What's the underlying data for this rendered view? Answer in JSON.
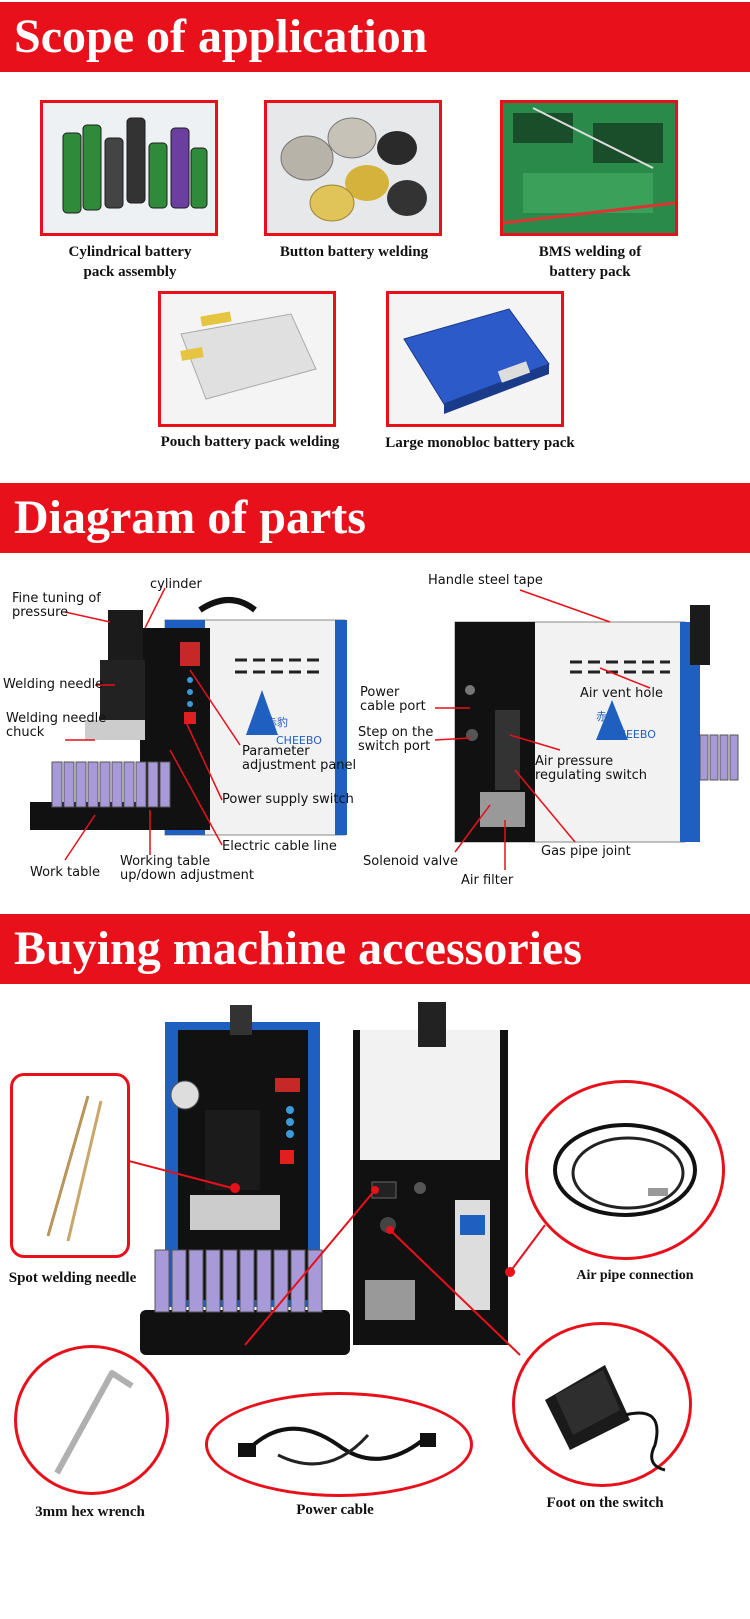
{
  "sections": {
    "scope_title": "Scope of application",
    "parts_title": "Diagram of parts",
    "accessories_title": "Buying machine accessories"
  },
  "scope": {
    "cylindrical_l1": "Cylindrical battery",
    "cylindrical_l2": "pack assembly",
    "button": "Button battery welding",
    "bms_l1": "BMS welding of",
    "bms_l2": "battery pack",
    "pouch": "Pouch battery pack welding",
    "monobloc": "Large monobloc battery pack"
  },
  "parts": {
    "fine_l1": "Fine tuning of",
    "fine_l2": "pressure",
    "cylinder": "cylinder",
    "welding_needle": "Welding needle",
    "chuck_l1": "Welding needle",
    "chuck_l2": "chuck",
    "param_l1": "Parameter",
    "param_l2": "adjustment panel",
    "power_switch": "Power supply switch",
    "cable_line": "Electric cable line",
    "work_table": "Work table",
    "updown_l1": "Working table",
    "updown_l2": "up/down adjustment",
    "handle": "Handle steel tape",
    "power_port_l1": "Power",
    "power_port_l2": "cable port",
    "air_vent": "Air vent hole",
    "step_l1": "Step on the",
    "step_l2": "switch port",
    "air_press_l1": "Air pressure",
    "air_press_l2": "regulating switch",
    "solenoid": "Solenoid valve",
    "gas_joint": "Gas pipe joint",
    "air_filter": "Air filter",
    "brand_cn": "赤豹",
    "brand": "CHEEBO",
    "vent_marks": "= = = = ="
  },
  "accessories": {
    "needle": "Spot welding needle",
    "air_pipe": "Air pipe connection",
    "wrench": "3mm hex wrench",
    "power_cable": "Power cable",
    "foot_switch": "Foot on the switch"
  },
  "colors": {
    "accent": "#e8101a",
    "machine_blue": "#1f5fbf"
  }
}
